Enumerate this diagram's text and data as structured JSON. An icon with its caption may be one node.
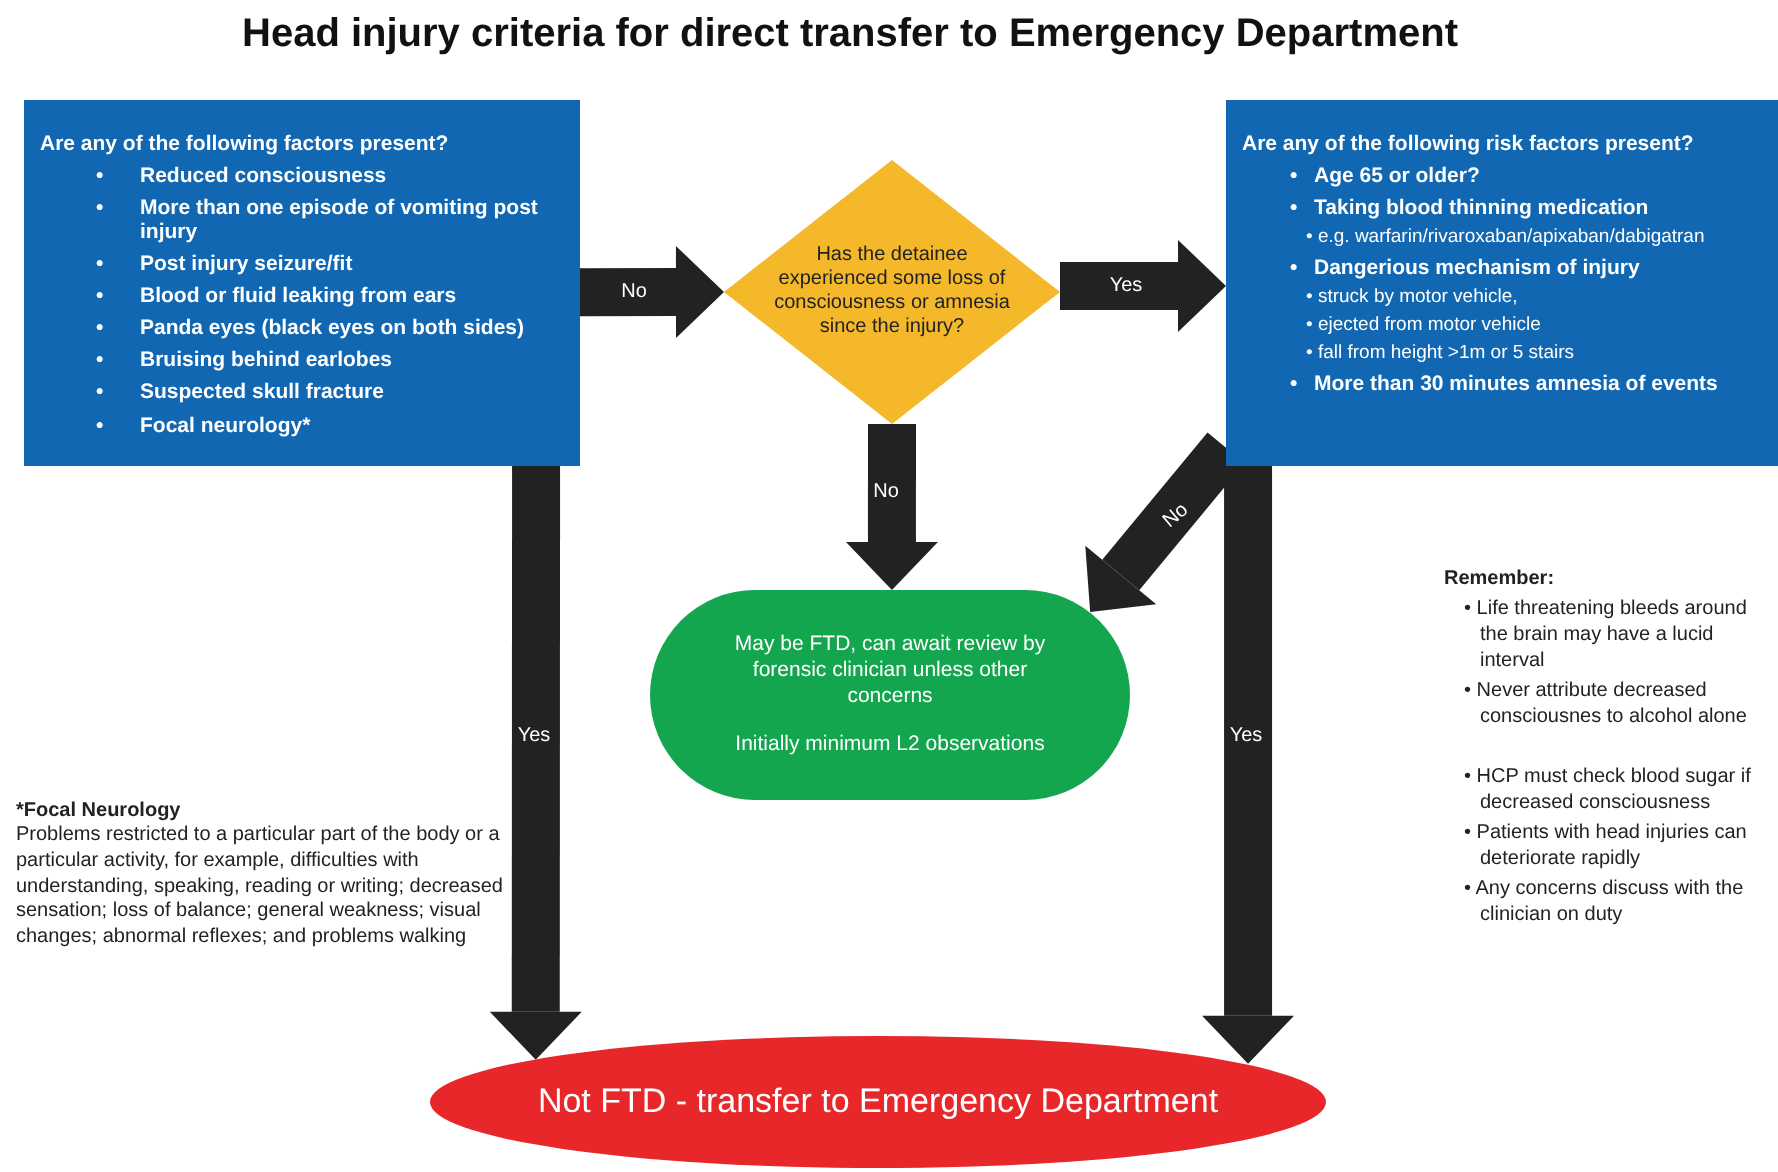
{
  "diagram": {
    "title": "Head injury criteria for direct transfer to Emergency Department",
    "nodes": [
      {
        "text": [
          "Are any of the following factors present?",
          "•\tReduced consciousness",
          "•\tMore than one episode of vomiting post injury",
          "•\tPost injury seizure/fit",
          "•\tBlood or fluid leaking from ears",
          "•\tPanda eyes (black eyes on both sides)",
          "•\tBruising behind earlobes",
          "•\tSuspected skull fracture",
          "•\tFocal neurology*"
        ]
      },
      {
        "text": [
          "Has the detainee experienced some loss of consciousness or amnesia since the injury?"
        ]
      },
      {
        "text": [
          "Are any of the following risk factors present?",
          "•\tAge 65 or older?",
          "•\tTaking blood thinning medication",
          "• e.g. warfarin/rivaroxaban/apixaban/dabigatran",
          "•\tDangerious mechanism of injury",
          "• struck by motor vehicle,",
          "• ejected from motor vehicle",
          "• fall from height >1m or 5 stairs",
          "•\tMore than 30 minutes amnesia of events"
        ]
      },
      {
        "text": [
          "May be FTD, can await review by forensic clinician unless other concerns",
          "Initially minimum L2 observations"
        ]
      },
      {
        "text": [
          "Not FTD - transfer to Emergency Department"
        ]
      }
    ],
    "edges": [
      {
        "from": 0,
        "to": 1,
        "arrow": "to",
        "label": "No"
      },
      {
        "from": 1,
        "to": 2,
        "arrow": "to",
        "label": "Yes"
      },
      {
        "from": 1,
        "to": 3,
        "arrow": "to",
        "label": "No"
      },
      {
        "from": 2,
        "to": 3,
        "arrow": "to",
        "label": "No"
      },
      {
        "from": 0,
        "to": 4,
        "arrow": "to",
        "label": "Yes"
      },
      {
        "from": 2,
        "to": 4,
        "arrow": "to",
        "label": "Yes"
      }
    ],
    "labels": [
      "*Focal Neurology",
      "Problems restricted to a particular part of the body or a particular activity, for example, difficulties with understanding, speaking, reading or writing; decreased sensation; loss of balance; general weakness; visual changes; abnormal reflexes; and problems walking",
      "Remember:",
      "• Life threatening bleeds around the brain may have a lucid interval",
      "• Never attribute decreased consciousnes to alcohol alone",
      "• HCP must check blood sugar if decreased consciousness",
      "• Patients with head injuries can deteriorate rapidly",
      "• Any concerns discuss with the clinician on duty"
    ]
  }
}
